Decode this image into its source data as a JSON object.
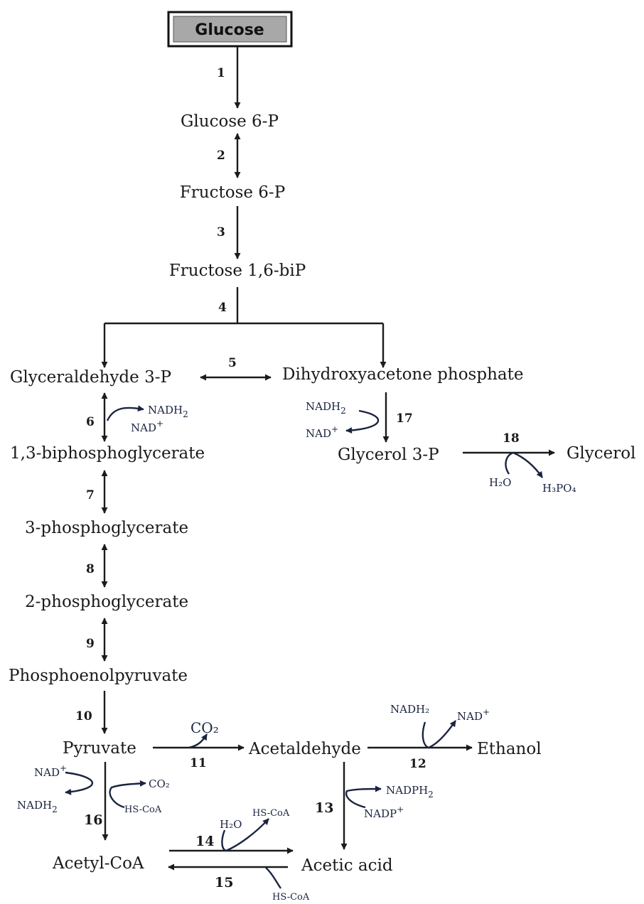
{
  "start": {
    "label": "Glucose"
  },
  "metabolites": {
    "glucose_6p": "Glucose 6-P",
    "fructose_6p": "Fructose 6-P",
    "fructose_16bip": "Fructose 1,6-biP",
    "glyceraldehyde_3p": "Glyceraldehyde 3-P",
    "dhap": "Dihydroxyacetone phosphate",
    "bpg13": "1,3-biphosphoglycerate",
    "glycerol_3p": "Glycerol 3-P",
    "glycerol": "Glycerol",
    "pg3": "3-phosphoglycerate",
    "pg2": "2-phosphoglycerate",
    "pep": "Phosphoenolpyruvate",
    "pyruvate": "Pyruvate",
    "acetaldehyde": "Acetaldehyde",
    "ethanol": "Ethanol",
    "acetyl_coa": "Acetyl-CoA",
    "acetic_acid": "Acetic acid"
  },
  "steps": [
    "1",
    "2",
    "3",
    "4",
    "5",
    "6",
    "7",
    "8",
    "9",
    "10",
    "11",
    "12",
    "13",
    "14",
    "15",
    "16",
    "17",
    "18"
  ],
  "cofactors": {
    "s6_nadh2": "NADH",
    "s6_nadh2_sub": "2",
    "s6_nad": "NAD",
    "s6_nad_sup": "+",
    "s17_nadh2": "NADH",
    "s17_nadh2_sub": "2",
    "s17_nad": "NAD",
    "s17_nad_sup": "+",
    "s18_h2o": "H₂O",
    "s18_h3po4": "H₃PO₄",
    "s11_co2": "CO₂",
    "s12_nadh2": "NADH₂",
    "s12_nad": "NAD",
    "s12_nad_sup": "+",
    "s16_nad": "NAD",
    "s16_nad_sup": "+",
    "s16_nadh2": "NADH",
    "s16_nadh2_sub": "2",
    "s16_co2": "CO₂",
    "s16_hscoa": "HS-CoA",
    "s13_nadph2": "NADPH",
    "s13_nadph2_sub": "2",
    "s13_nadp": "NADP",
    "s13_nadp_sup": "+",
    "s14_h2o": "H₂O",
    "s14_hscoa": "HS-CoA",
    "s15_hscoa": "HS-CoA"
  }
}
